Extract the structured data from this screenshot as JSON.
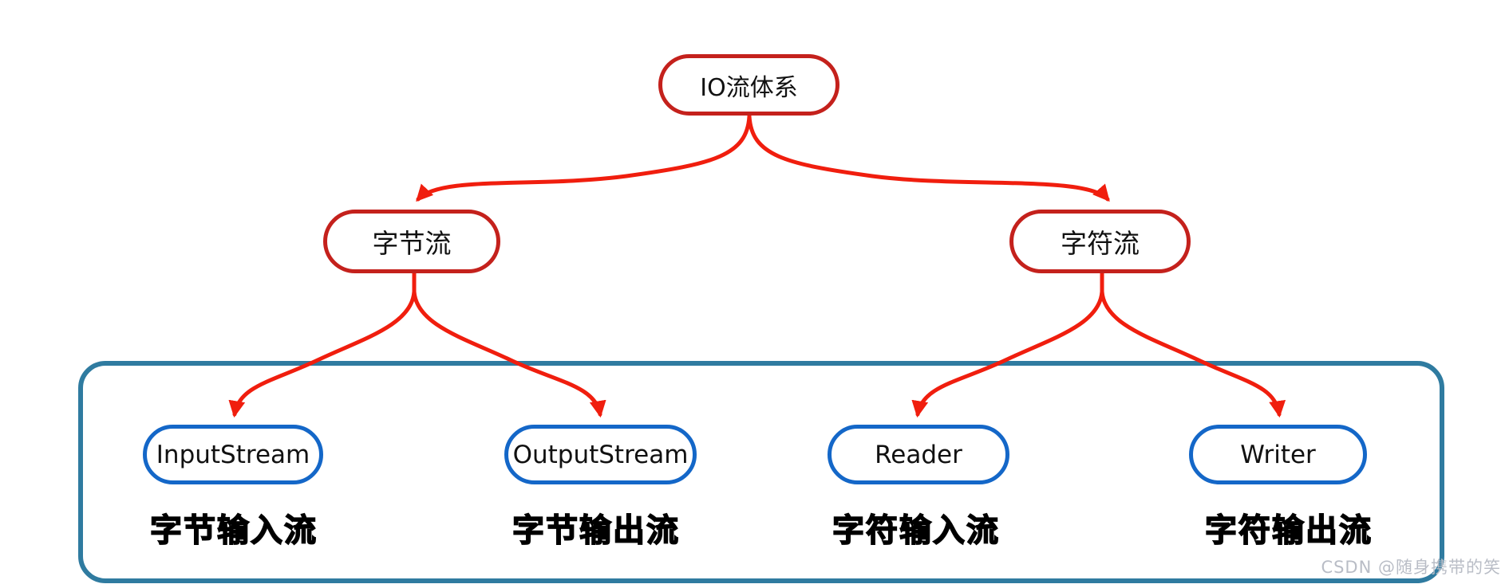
{
  "tree": {
    "root": {
      "label": "IO流体系"
    },
    "branches": [
      {
        "label": "字节流"
      },
      {
        "label": "字符流"
      }
    ],
    "leaves": [
      {
        "class_name": "InputStream",
        "caption": "字节输入流"
      },
      {
        "class_name": "OutputStream",
        "caption": "字节输出流"
      },
      {
        "class_name": "Reader",
        "caption": "字符输入流"
      },
      {
        "class_name": "Writer",
        "caption": "字符输出流"
      }
    ]
  },
  "watermark": "CSDN @随身携带的笑",
  "colors": {
    "arrow_red": "#f01e0e",
    "red_node_border": "#c4211c",
    "blue_node_border": "#1467c8",
    "group_box_border": "#2f7ba0",
    "node_text": "#111111",
    "caption_text": "#000000",
    "watermark_text": "#b9bdc6",
    "background": "#ffffff"
  }
}
